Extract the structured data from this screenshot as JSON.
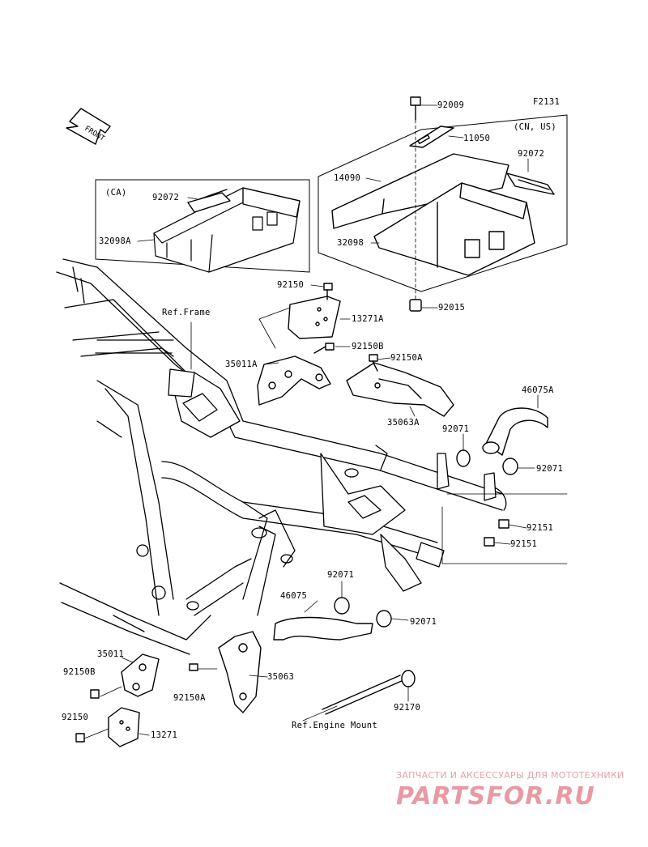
{
  "diagram_code": "F2131",
  "front_label": "FRONT",
  "region_ca": "(CA)",
  "region_cnus": "(CN, US)",
  "ref_frame": "Ref.Frame",
  "ref_engine_mount": "Ref.Engine Mount",
  "watermark": {
    "tagline": "ЗАПЧАСТИ И АКСЕССУАРЫ ДЛЯ МОТОТЕХНИКИ",
    "logo": "PARTSFOR.RU"
  },
  "parts": {
    "p92009": "92009",
    "p11050": "11050",
    "p92072_r": "92072",
    "p14090": "14090",
    "p32098": "32098",
    "p92015": "92015",
    "p92072_l": "92072",
    "p32098A": "32098A",
    "p92150_top": "92150",
    "p13271A": "13271A",
    "p92150B_top": "92150B",
    "p35011A": "35011A",
    "p92150A_top": "92150A",
    "p46075A": "46075A",
    "p35063A": "35063A",
    "p92071_a": "92071",
    "p92071_b": "92071",
    "p92151_a": "92151",
    "p92151_b": "92151",
    "p92071_c": "92071",
    "p46075": "46075",
    "p92071_d": "92071",
    "p35011": "35011",
    "p92150B_bot": "92150B",
    "p92150A_bot": "92150A",
    "p35063": "35063",
    "p92150_bot": "92150",
    "p13271": "13271",
    "p92170": "92170"
  }
}
